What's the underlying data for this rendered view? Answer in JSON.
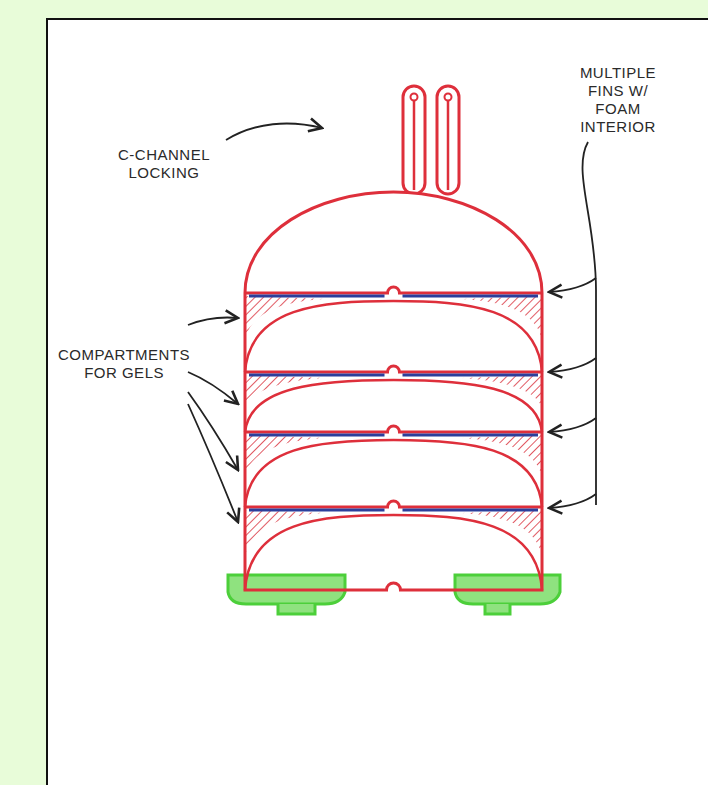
{
  "diagram": {
    "labels": [
      "C-CHANNEL LOCKING",
      "MULTIPLE FINS W/ FOAM INTERIOR",
      "COMPARTMENTS FOR GELS"
    ]
  }
}
